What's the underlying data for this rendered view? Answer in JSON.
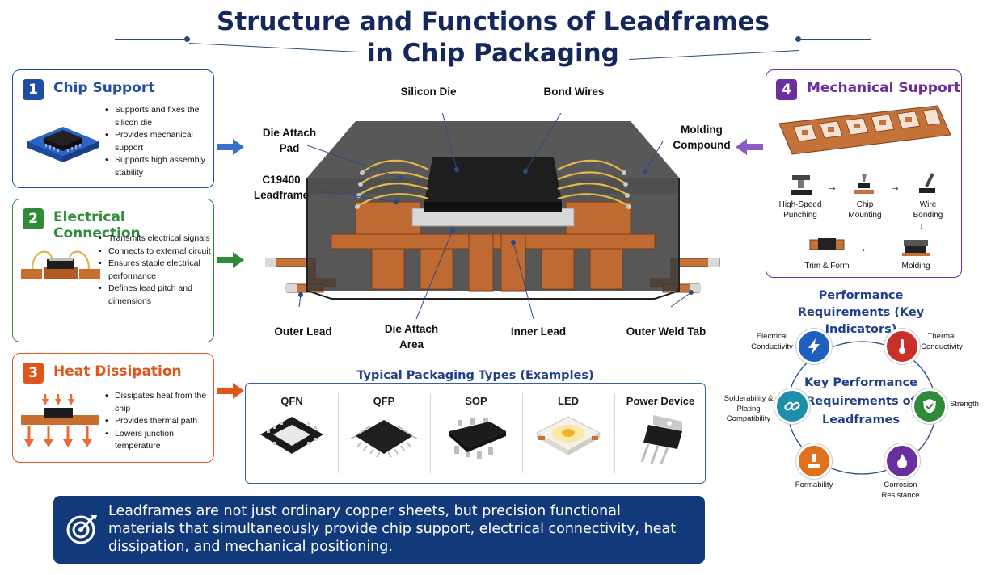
{
  "title": {
    "line1": "Structure and Functions of Leadframes",
    "line2": "in Chip Packaging"
  },
  "functions": [
    {
      "num": "1",
      "title": "Chip Support",
      "color": "#1f4fa3",
      "icon": "chip-on-pad-icon",
      "bullets": [
        "Supports and fixes the silicon die",
        "Provides mechanical support",
        "Supports high assembly stability"
      ]
    },
    {
      "num": "2",
      "title": "Electrical Connection",
      "color": "#2f8a3a",
      "icon": "bonded-chip-icon",
      "bullets": [
        "Transmits electrical signals",
        "Connects to external circuit",
        "Ensures stable electrical performance",
        "Defines lead pitch and dimensions"
      ]
    },
    {
      "num": "3",
      "title": "Heat Dissipation",
      "color": "#e0551b",
      "icon": "heat-flow-icon",
      "bullets": [
        "Dissipates heat from the chip",
        "Provides thermal path",
        "Lowers junction temperature"
      ]
    }
  ],
  "mechanical": {
    "num": "4",
    "title": "Mechanical Support",
    "color": "#6a2f9e",
    "icon": "leadframe-strip-icon",
    "flow": [
      "High-Speed Punching",
      "Chip Mounting",
      "Wire Bonding",
      "Molding",
      "Trim & Form"
    ]
  },
  "diagram_labels": {
    "silicon_die": "Silicon Die",
    "bond_wires": "Bond Wires",
    "die_attach_pad": "Die Attach Pad",
    "leadframe": "C19400 Leadframe",
    "molding_compound": "Molding Compound",
    "outer_lead": "Outer Lead",
    "die_attach_area": "Die Attach Area",
    "inner_lead": "Inner Lead",
    "outer_weld_tab": "Outer Weld Tab"
  },
  "packaging": {
    "title": "Typical Packaging Types (Examples)",
    "types": [
      "QFN",
      "QFP",
      "SOP",
      "LED",
      "Power Device"
    ]
  },
  "performance": {
    "heading": "Performance Requirements (Key Indicators)",
    "center": "Key Performance Requirements of Leadframes",
    "indicators": [
      {
        "label": "Electrical Conductivity",
        "color": "#1f5fbf",
        "icon": "lightning-icon"
      },
      {
        "label": "Thermal Conductivity",
        "color": "#c9302c",
        "icon": "thermometer-icon"
      },
      {
        "label": "Strength",
        "color": "#2f8a3a",
        "icon": "shield-icon"
      },
      {
        "label": "Corrosion Resistance",
        "color": "#6a2f9e",
        "icon": "flame-icon"
      },
      {
        "label": "Formability",
        "color": "#e0701b",
        "icon": "press-icon"
      },
      {
        "label": "Solderability & Plating Compatibility",
        "color": "#1e8fa8",
        "icon": "link-icon"
      }
    ]
  },
  "banner": {
    "text": "Leadframes are not just ordinary copper sheets, but precision functional materials that simultaneously provide chip support, electrical connectivity, heat dissipation, and mechanical positioning.",
    "icon": "target-icon"
  }
}
